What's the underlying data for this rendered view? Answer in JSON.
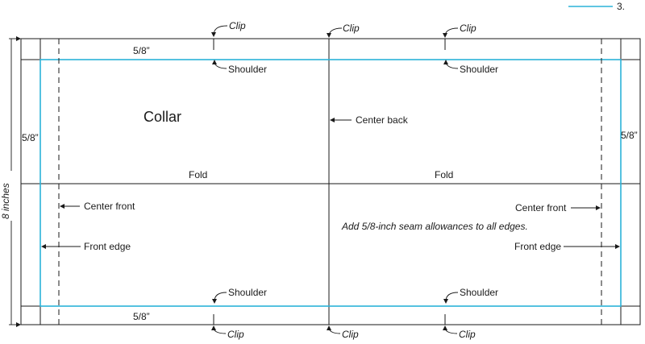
{
  "page_number": "3.",
  "colors": {
    "ink": "#1a1a1a",
    "seam_line": "#2bb3d9"
  },
  "labels": {
    "clip": "Clip",
    "shoulder": "Shoulder",
    "collar": "Collar",
    "center_back": "Center back",
    "fold": "Fold",
    "center_front": "Center front",
    "front_edge": "Front edge",
    "seam_five_eighths": "5/8”",
    "height_dimension": "8 inches",
    "note": "Add 5/8-inch seam allowances to all edges."
  }
}
